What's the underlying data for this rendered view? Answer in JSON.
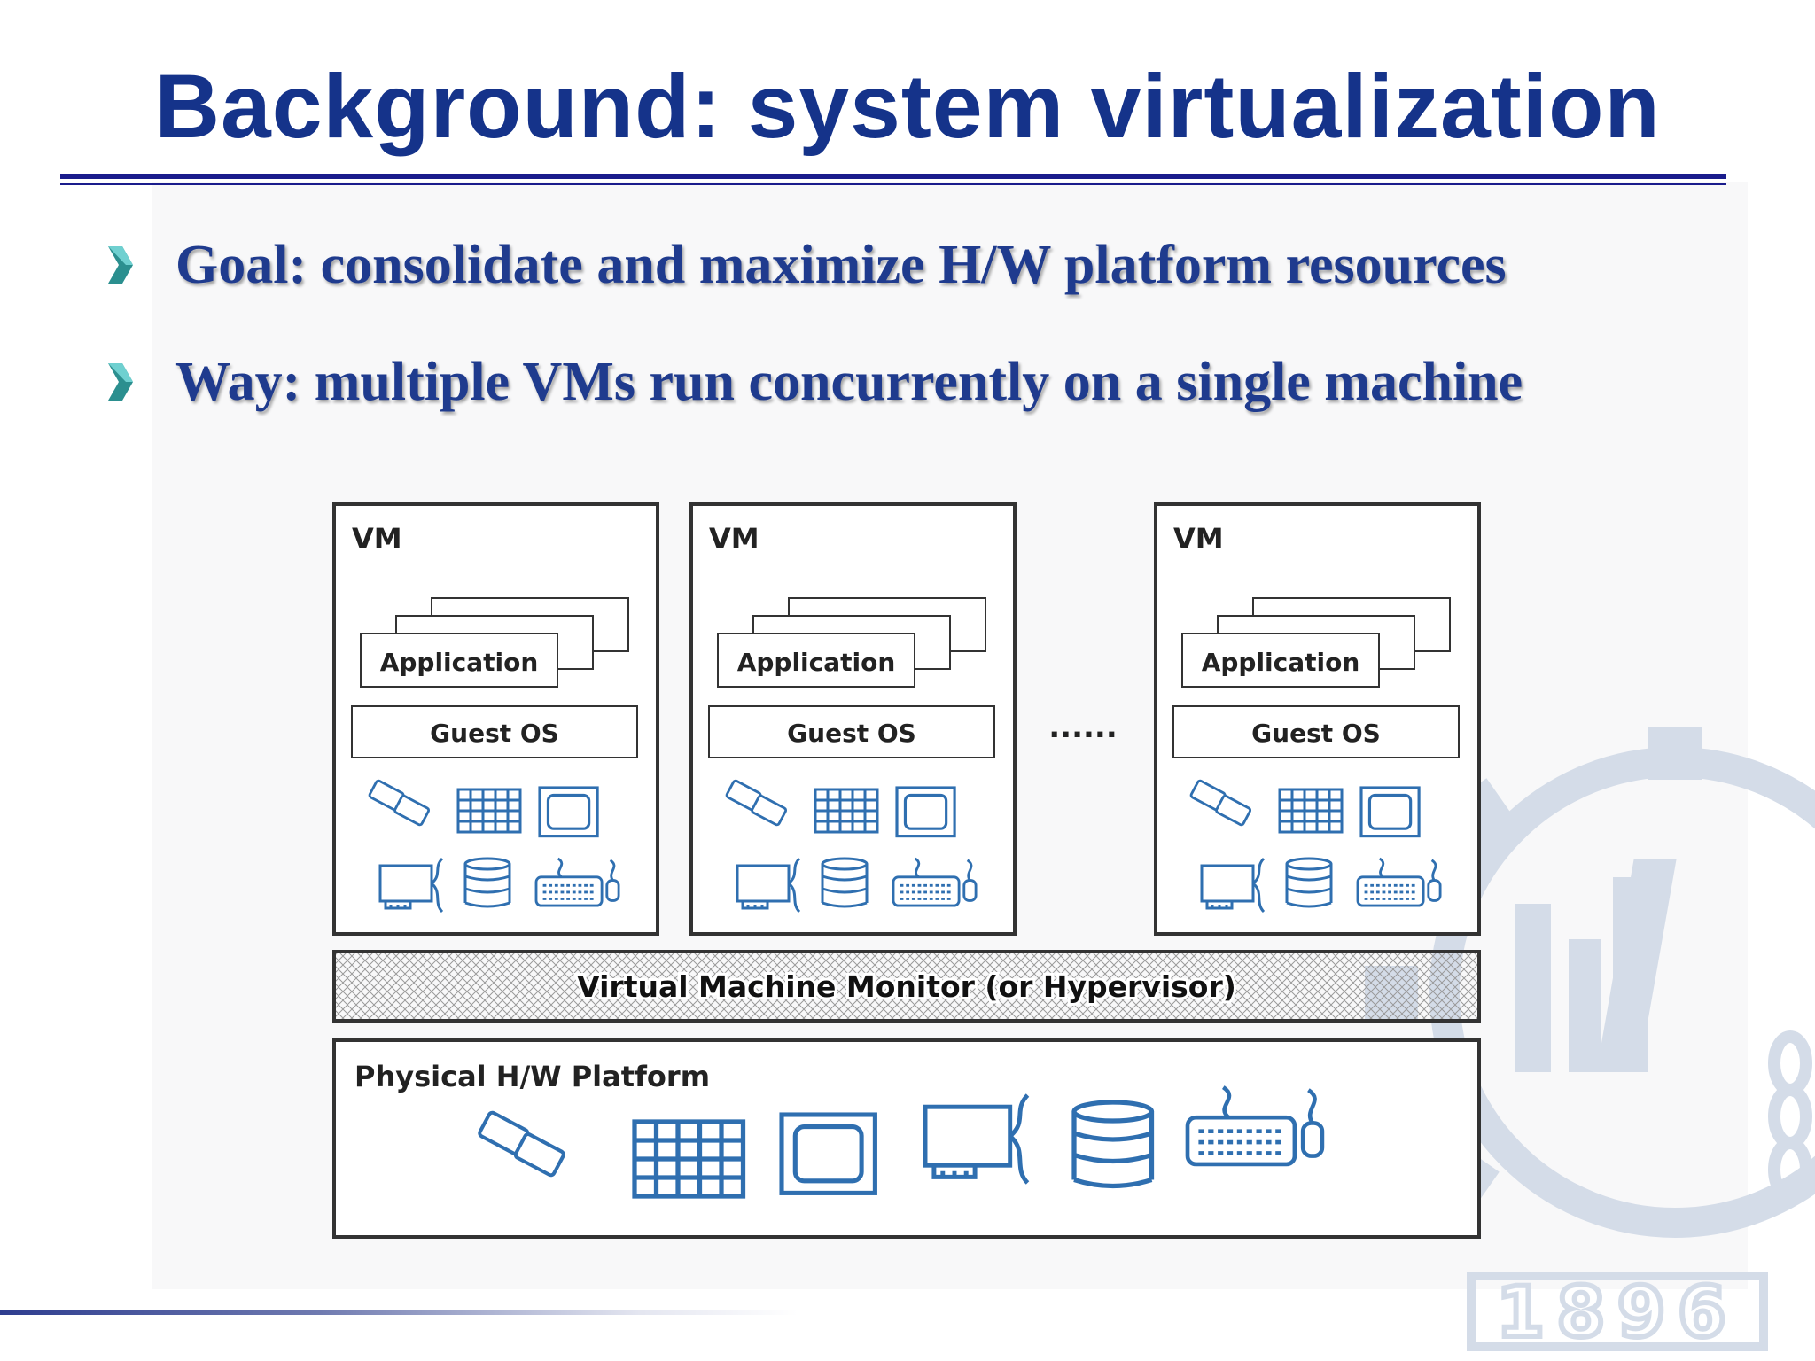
{
  "slide": {
    "title": "Background: system virtualization",
    "bullets": [
      "Goal: consolidate and maximize H/W platform resources",
      "Way: multiple VMs run concurrently on a single machine"
    ]
  },
  "diagram": {
    "vms": [
      {
        "label": "VM",
        "application_label": "Application",
        "guest_os_label": "Guest OS"
      },
      {
        "label": "VM",
        "application_label": "Application",
        "guest_os_label": "Guest OS"
      },
      {
        "label": "VM",
        "application_label": "Application",
        "guest_os_label": "Guest OS"
      }
    ],
    "ellipsis": "......",
    "hypervisor_label": "Virtual Machine Monitor (or Hypervisor)",
    "platform_label": "Physical H/W Platform",
    "hardware_icons": [
      "cpu-chips-icon",
      "memory-grid-icon",
      "monitor-icon",
      "network-card-icon",
      "disk-storage-icon",
      "keyboard-mouse-icon"
    ]
  },
  "watermark": {
    "year": "1896"
  },
  "colors": {
    "title": "#15338a",
    "bullet_text": "#1f3b8e",
    "rule": "#1a1c8c",
    "icon": "#2f6fb0",
    "box_stroke": "#333333",
    "watermark": "#d4dce8"
  }
}
